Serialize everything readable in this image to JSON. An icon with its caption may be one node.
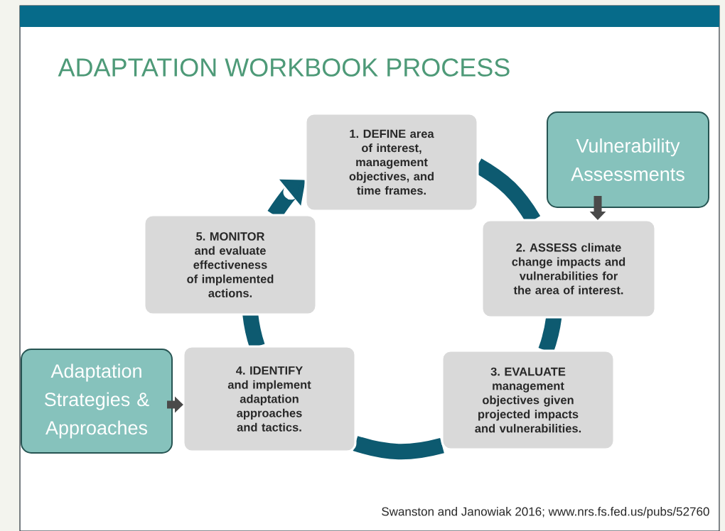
{
  "diagram": {
    "title": "ADAPTATION WORKBOOK PROCESS",
    "caption": "Swanston and Janowiak 2016; www.nrs.fs.fed.us/pubs/52760",
    "nodes": [
      {
        "text": [
          "1. DEFINE area of interest, management objectives, and time frames."
        ]
      },
      {
        "text": [
          "2. ASSESS climate change impacts and vulnerabilities for the area of interest."
        ]
      },
      {
        "text": [
          "3. EVALUATE management objectives given projected impacts and vulnerabilities."
        ]
      },
      {
        "text": [
          "4. IDENTIFY and implement adaptation approaches and tactics."
        ]
      },
      {
        "text": [
          "5. MONITOR and evaluate effectiveness of implemented actions."
        ]
      },
      {
        "text": [
          "Vulnerability Assessments"
        ]
      },
      {
        "text": [
          "Adaptation Strategies & Approaches"
        ]
      }
    ],
    "edges": [
      {
        "from": 0,
        "to": 1,
        "arrow": "none"
      },
      {
        "from": 1,
        "to": 2,
        "arrow": "none"
      },
      {
        "from": 2,
        "to": 3,
        "arrow": "none"
      },
      {
        "from": 3,
        "to": 4,
        "arrow": "none"
      },
      {
        "from": 4,
        "to": 0,
        "arrow": "to"
      },
      {
        "from": 5,
        "to": 1,
        "arrow": "to",
        "color": "#4a4a4a"
      },
      {
        "from": 6,
        "to": 3,
        "arrow": "to",
        "color": "#4a4a4a"
      }
    ]
  }
}
